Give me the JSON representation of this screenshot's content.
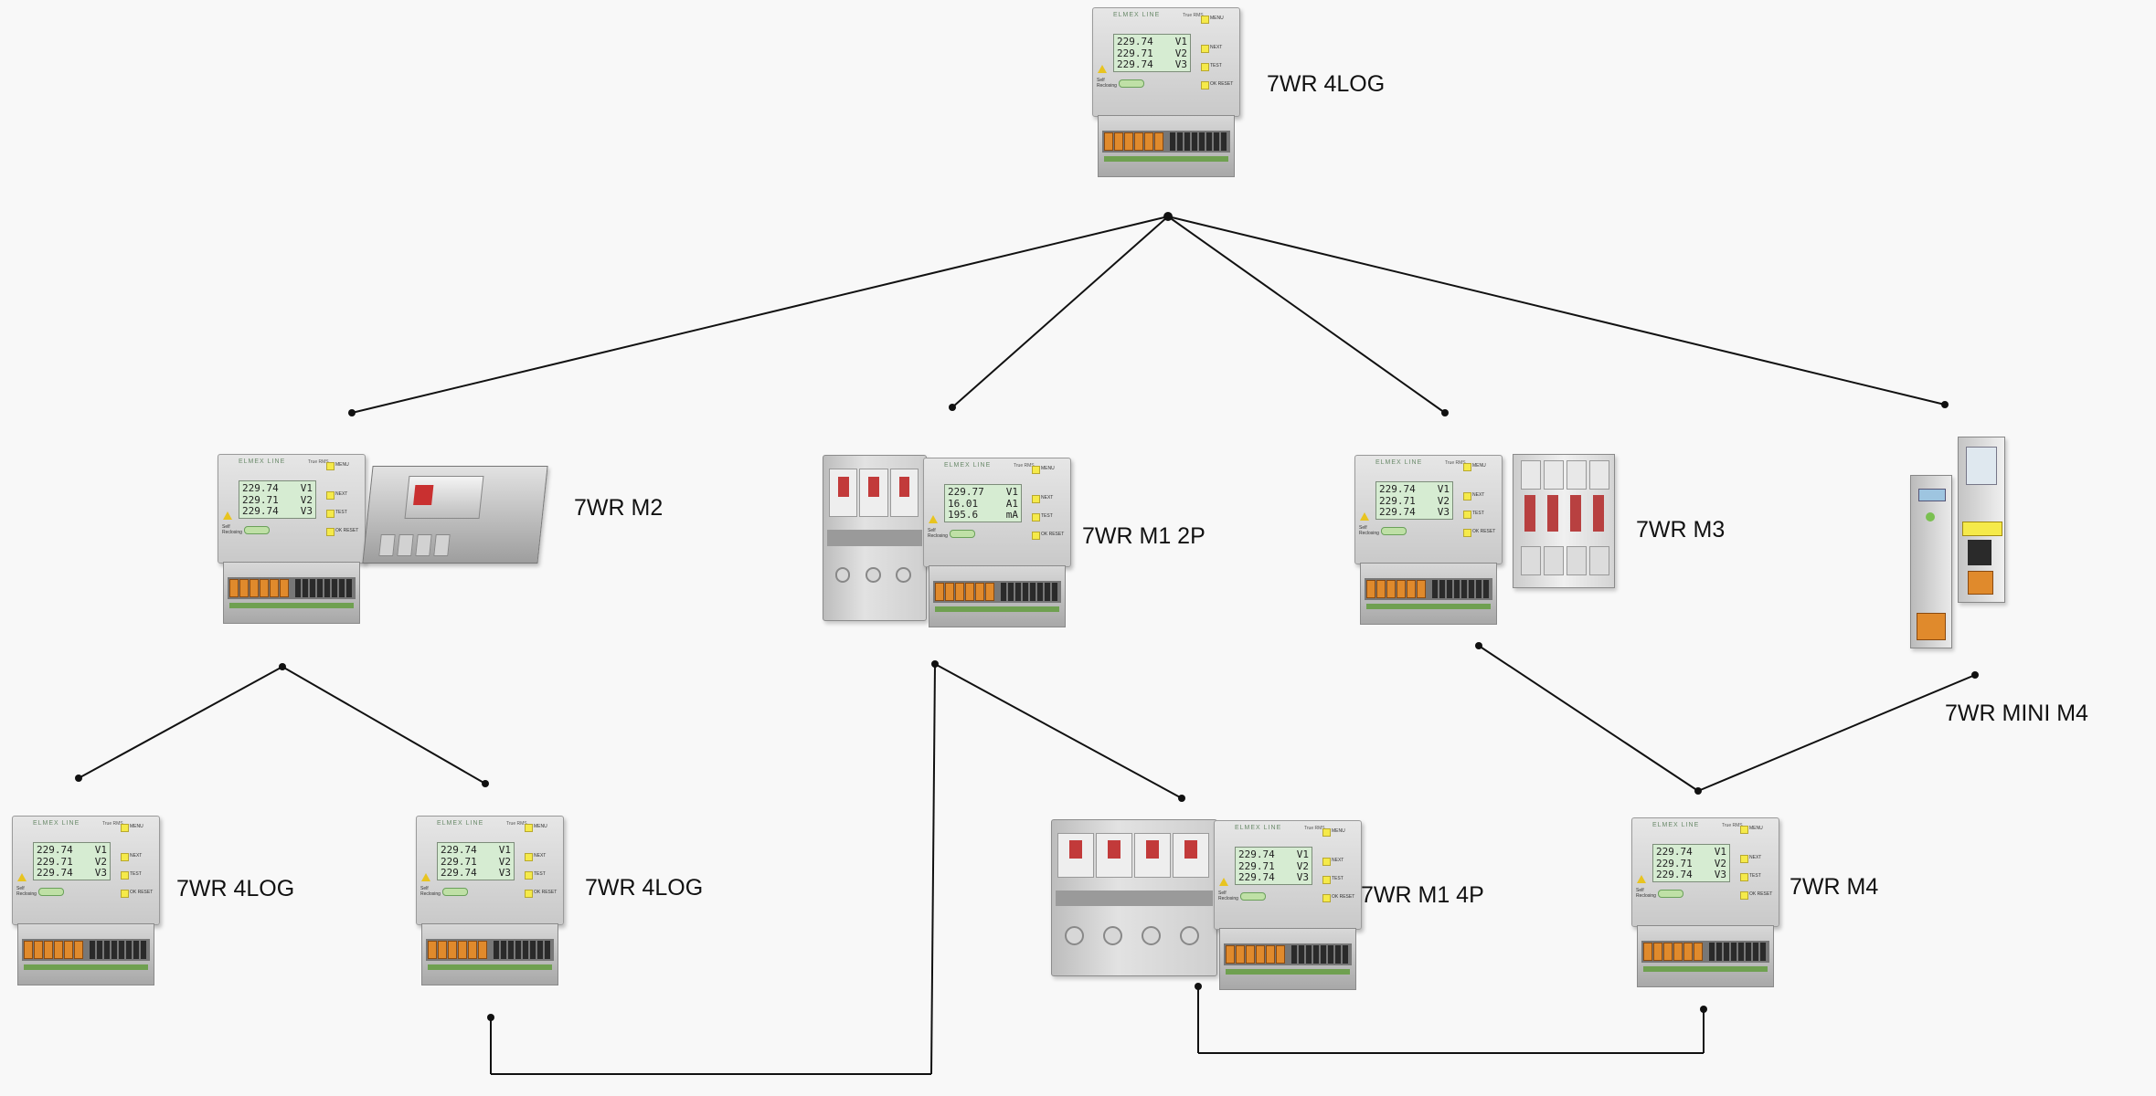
{
  "labels": {
    "top": "7WR 4LOG",
    "m2": "7WR M2",
    "m1_2p": "7WR M1 2P",
    "m3": "7WR M3",
    "mini_m4": "7WR MINI M4",
    "log_left": "7WR 4LOG",
    "log_mid": "7WR 4LOG",
    "m1_4p": "7WR M1 4P",
    "m4": "7WR M4"
  },
  "displays": {
    "voltage": [
      {
        "value": "229.74",
        "unit": "V1"
      },
      {
        "value": "229.71",
        "unit": "V2"
      },
      {
        "value": "229.74",
        "unit": "V3"
      }
    ],
    "m1_2p": [
      {
        "value": "229.77",
        "unit": "V1"
      },
      {
        "value": "16.01",
        "unit": "A1"
      },
      {
        "value": "195.6",
        "unit": "mA"
      }
    ]
  },
  "panel_text": {
    "brand": "ELMEX LINE",
    "model": "True RMS",
    "btn_menu": "MENU",
    "btn_next": "NEXT",
    "btn_test": "TEST",
    "btn_ok": "OK RESET",
    "self": "Self Reclosing"
  },
  "colors": {
    "wire": "#111111",
    "housing": "#d4d4d4",
    "lcd": "#d6ecd2",
    "terminal": "#e08a2c",
    "led": "#f5ea4a"
  }
}
